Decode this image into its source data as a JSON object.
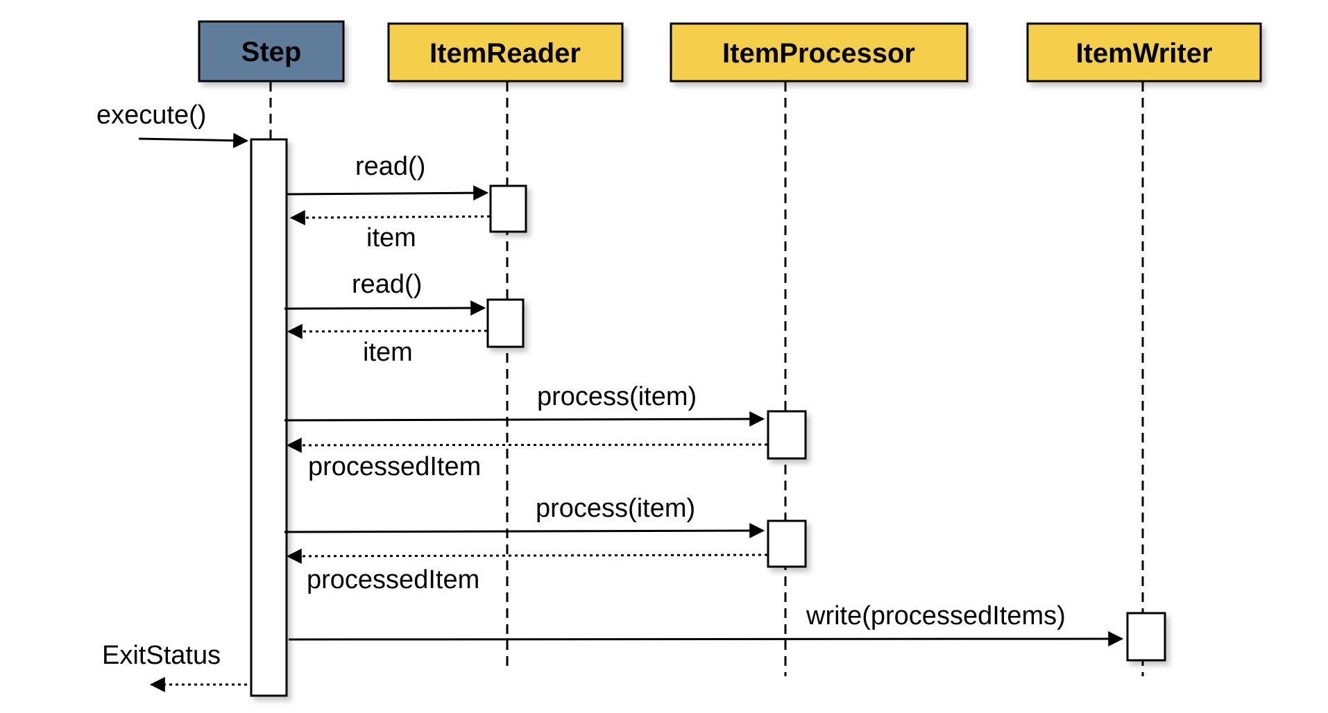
{
  "colors": {
    "step_fill": "#5f7d9a",
    "component_fill": "#f5cf4c",
    "line": "#000000",
    "activation_fill": "#ffffff",
    "background": "#ffffff"
  },
  "participants": [
    {
      "id": "step",
      "label": "Step"
    },
    {
      "id": "reader",
      "label": "ItemReader"
    },
    {
      "id": "processor",
      "label": "ItemProcessor"
    },
    {
      "id": "writer",
      "label": "ItemWriter"
    }
  ],
  "messages": [
    {
      "id": "execute",
      "from": "external",
      "to": "step",
      "label": "execute()",
      "style": "solid"
    },
    {
      "id": "read-1",
      "from": "step",
      "to": "reader",
      "label": "read()",
      "style": "solid"
    },
    {
      "id": "item-1",
      "from": "reader",
      "to": "step",
      "label": "item",
      "style": "dotted"
    },
    {
      "id": "read-2",
      "from": "step",
      "to": "reader",
      "label": "read()",
      "style": "solid"
    },
    {
      "id": "item-2",
      "from": "reader",
      "to": "step",
      "label": "item",
      "style": "dotted"
    },
    {
      "id": "process-1",
      "from": "step",
      "to": "processor",
      "label": "process(item)",
      "style": "solid"
    },
    {
      "id": "processed-1",
      "from": "processor",
      "to": "step",
      "label": "processedItem",
      "style": "dotted"
    },
    {
      "id": "process-2",
      "from": "step",
      "to": "processor",
      "label": "process(item)",
      "style": "solid"
    },
    {
      "id": "processed-2",
      "from": "processor",
      "to": "step",
      "label": "processedItem",
      "style": "dotted"
    },
    {
      "id": "write",
      "from": "step",
      "to": "writer",
      "label": "write(processedItems)",
      "style": "solid"
    },
    {
      "id": "exit-status",
      "from": "step",
      "to": "external",
      "label": "ExitStatus",
      "style": "dotted"
    }
  ]
}
